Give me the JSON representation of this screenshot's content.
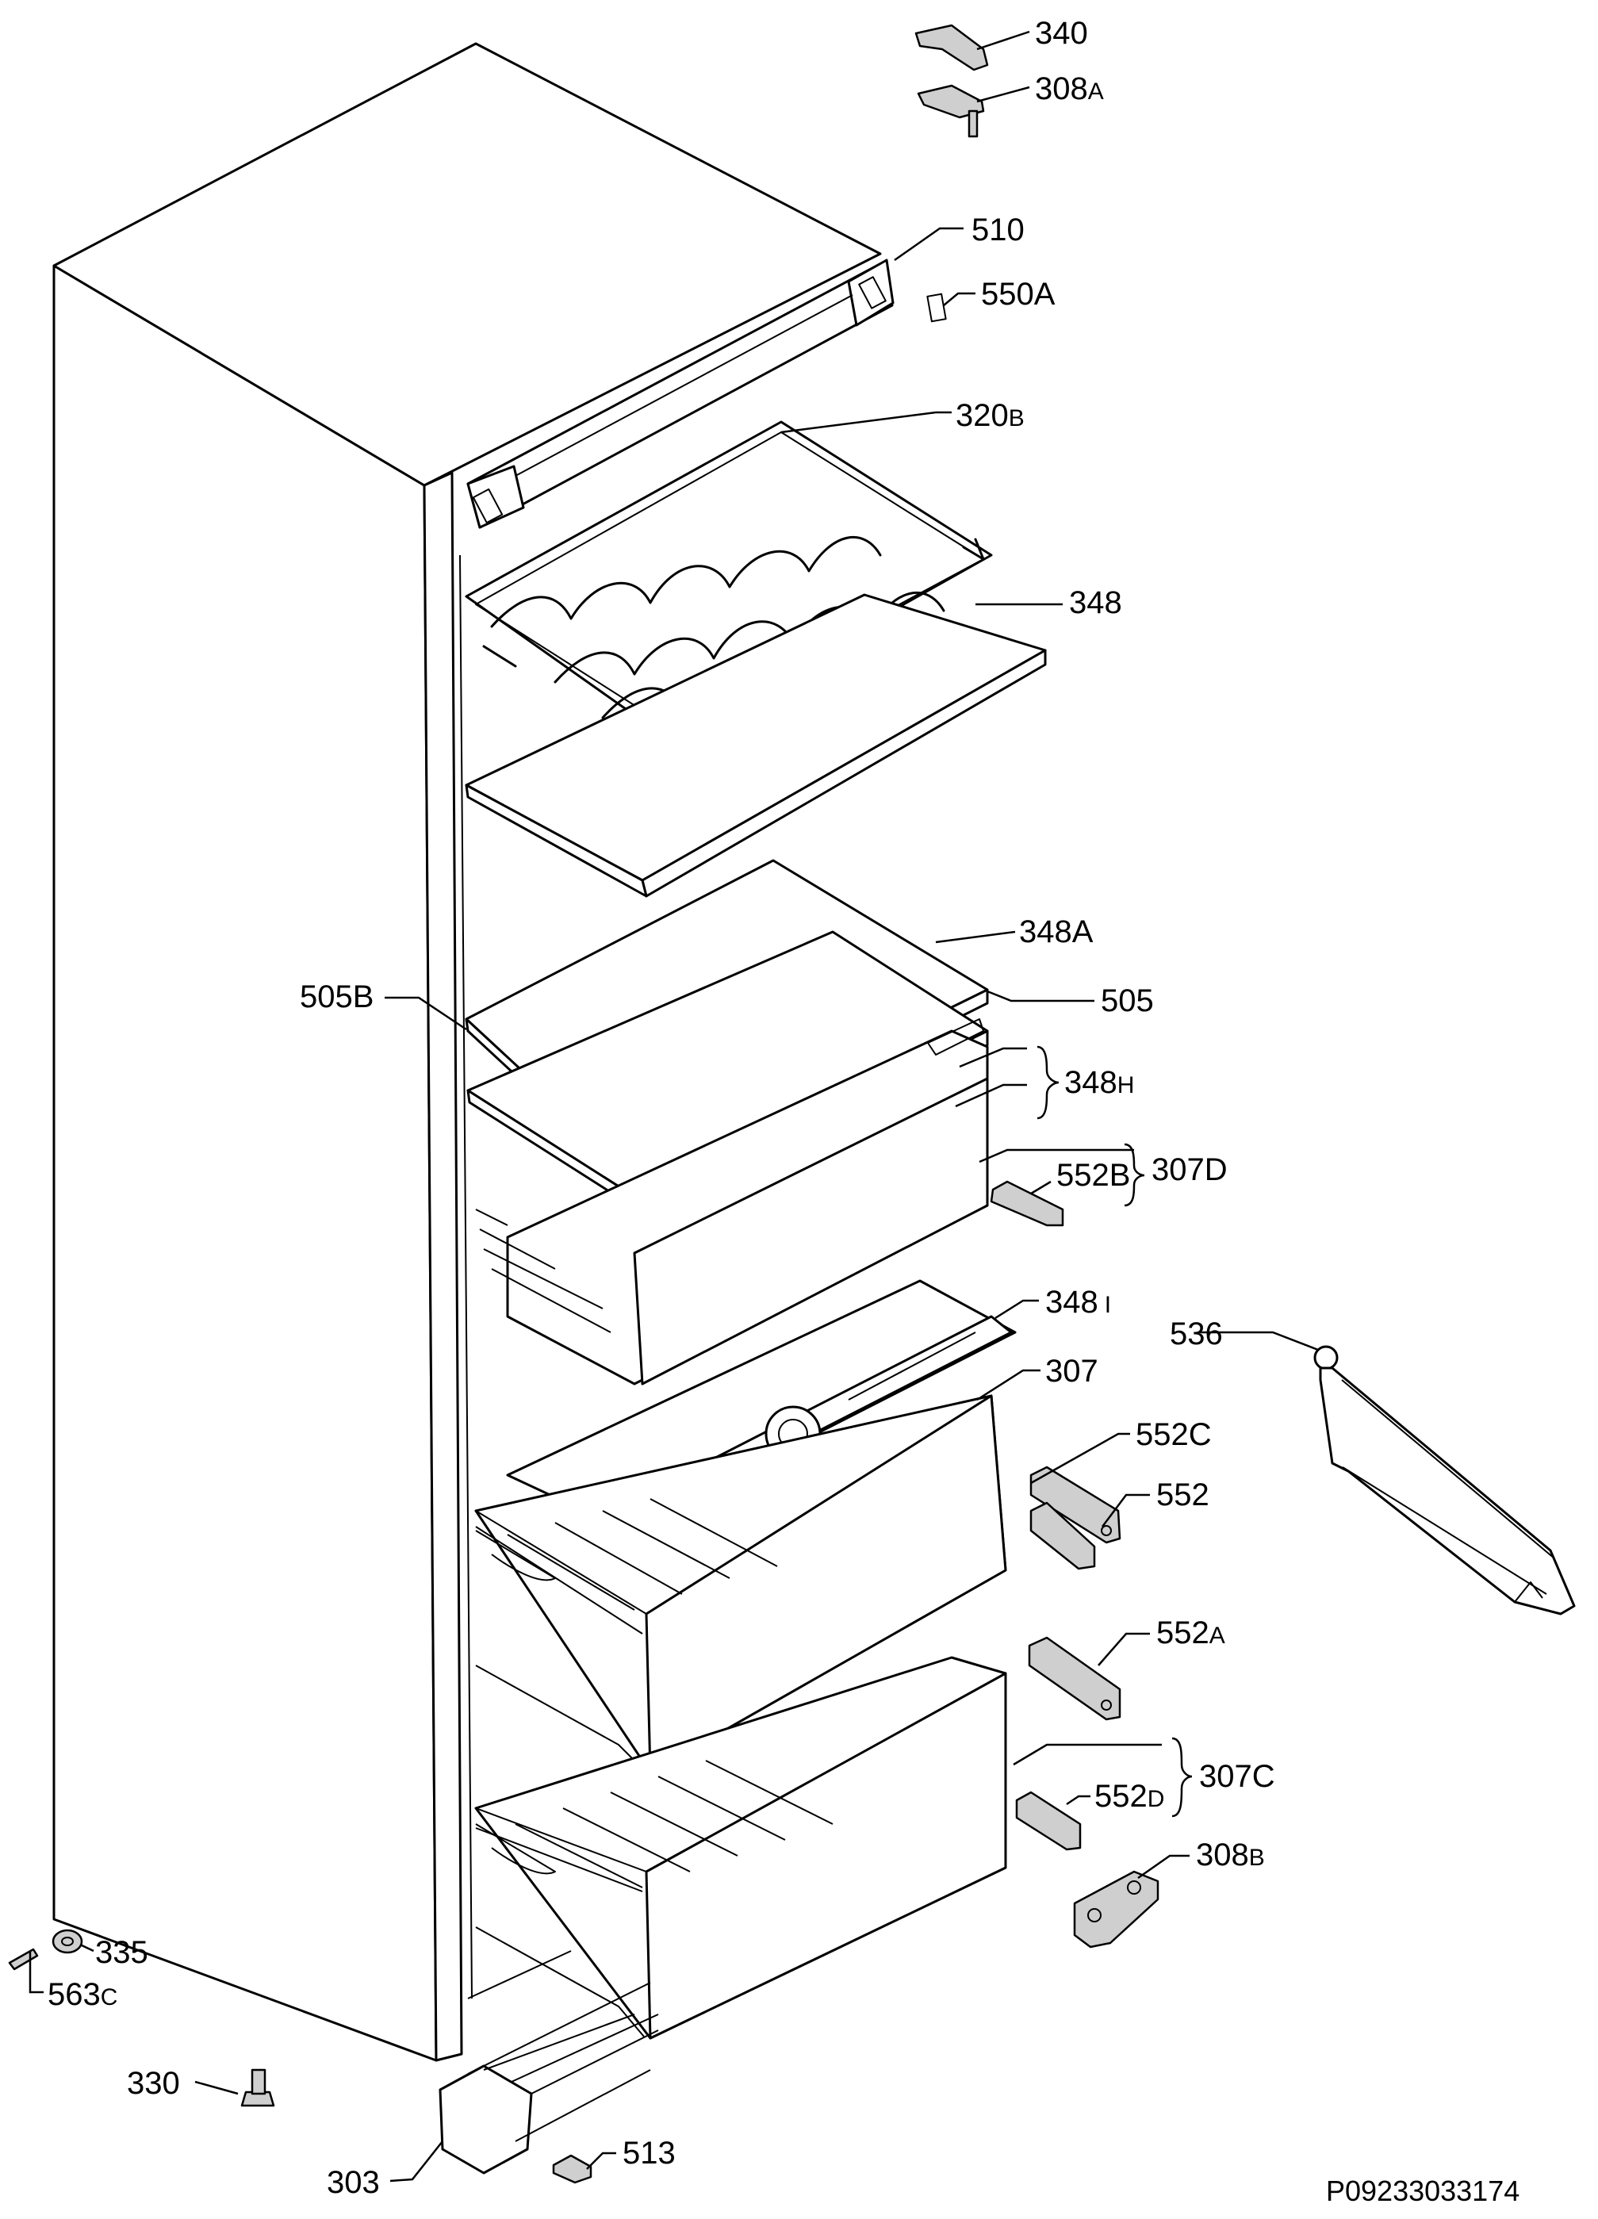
{
  "labels": [
    {
      "id": "340",
      "num": "340",
      "suf": ""
    },
    {
      "id": "308a",
      "num": "308",
      "suf": "A"
    },
    {
      "id": "510",
      "num": "510",
      "suf": ""
    },
    {
      "id": "550a",
      "num": "550A",
      "suf": ""
    },
    {
      "id": "320b",
      "num": "320",
      "suf": "B"
    },
    {
      "id": "348",
      "num": "348",
      "suf": ""
    },
    {
      "id": "348a",
      "num": "348A",
      "suf": ""
    },
    {
      "id": "505b",
      "num": "505B",
      "suf": ""
    },
    {
      "id": "505",
      "num": "505",
      "suf": ""
    },
    {
      "id": "348h",
      "num": "348",
      "suf": "H"
    },
    {
      "id": "552b",
      "num": "552B",
      "suf": ""
    },
    {
      "id": "307d",
      "num": "307D",
      "suf": ""
    },
    {
      "id": "348i",
      "num": "348",
      "suf": "I"
    },
    {
      "id": "536",
      "num": "536",
      "suf": ""
    },
    {
      "id": "307",
      "num": "307",
      "suf": ""
    },
    {
      "id": "552c",
      "num": "552C",
      "suf": ""
    },
    {
      "id": "552",
      "num": "552",
      "suf": ""
    },
    {
      "id": "552a",
      "num": "552",
      "suf": "A"
    },
    {
      "id": "307c",
      "num": "307C",
      "suf": ""
    },
    {
      "id": "552d",
      "num": "552",
      "suf": "D"
    },
    {
      "id": "308b",
      "num": "308",
      "suf": "B"
    },
    {
      "id": "335",
      "num": "335",
      "suf": ""
    },
    {
      "id": "563c",
      "num": "563",
      "suf": "C"
    },
    {
      "id": "330",
      "num": "330",
      "suf": ""
    },
    {
      "id": "303",
      "num": "303",
      "suf": ""
    },
    {
      "id": "513",
      "num": "513",
      "suf": ""
    }
  ],
  "drawing_code": "P09233033174"
}
